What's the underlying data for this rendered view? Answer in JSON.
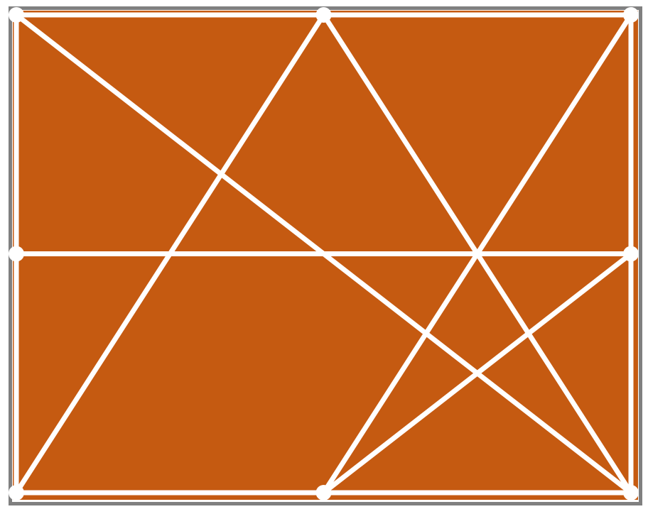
{
  "diagram": {
    "fill_color": "#C55A11",
    "line_color": "#FFFFFF",
    "border_color": "#808080",
    "points": {
      "TL": [
        0,
        0
      ],
      "TM": [
        1,
        0
      ],
      "TR": [
        2,
        0
      ],
      "ML": [
        0,
        1
      ],
      "MR": [
        2,
        1
      ],
      "BL": [
        0,
        2
      ],
      "BM": [
        1,
        2
      ],
      "BR": [
        2,
        2
      ]
    },
    "segments": [
      [
        "TL",
        "TR"
      ],
      [
        "TR",
        "BR"
      ],
      [
        "BR",
        "BL"
      ],
      [
        "BL",
        "TL"
      ],
      [
        "ML",
        "MR"
      ],
      [
        "TL",
        "BR"
      ],
      [
        "TM",
        "BL"
      ],
      [
        "TM",
        "BR"
      ],
      [
        "TR",
        "BM"
      ],
      [
        "MR",
        "BM"
      ]
    ]
  }
}
